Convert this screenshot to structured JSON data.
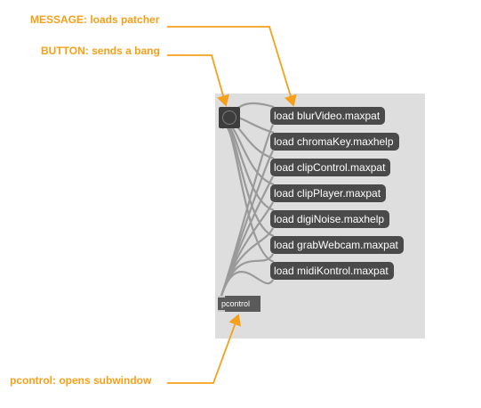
{
  "annotations": {
    "message": "MESSAGE: loads patcher",
    "button": "BUTTON: sends a bang",
    "pcontrol": "pcontrol: opens subwindow"
  },
  "patcher": {
    "messages": [
      "load blurVideo.maxpat",
      "load chromaKey.maxhelp",
      "load clipControl.maxpat",
      "load clipPlayer.maxpat",
      "load digiNoise.maxhelp",
      "load grabWebcam.maxpat",
      "load midiKontrol.maxpat"
    ],
    "pcontrol_label": "pcontrol"
  },
  "colors": {
    "annotation": "#f5a01a",
    "patch_background": "#dedede",
    "object": "#4a4a4a",
    "patch_cord": "#9a9a9a"
  }
}
